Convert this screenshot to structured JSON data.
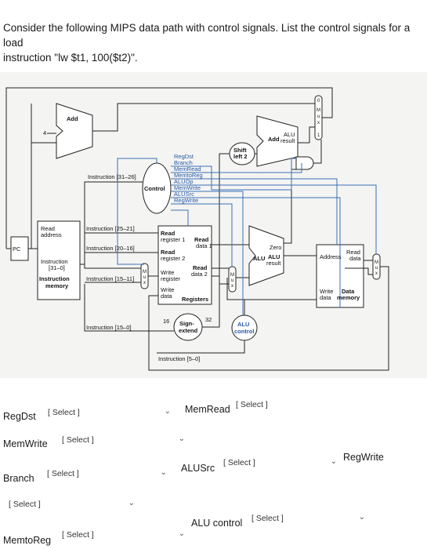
{
  "question": {
    "line1": "Consider the following MIPS data path with control signals. List the control signals for a load",
    "line2": "instruction \"lw  $t1, 100($t2)\"."
  },
  "diagram": {
    "pc": "PC",
    "add_top": "Add",
    "const4": "4",
    "read_address": [
      "Read",
      "address"
    ],
    "instruction_31_0": [
      "Instruction",
      "[31–0]"
    ],
    "instruction_memory": [
      "Instruction",
      "memory"
    ],
    "instr_31_26": "Instruction [31–26]",
    "instr_25_21": "Instruction [25–21]",
    "instr_20_16": "Instruction [20–16]",
    "instr_15_11": "Instruction [15–11]",
    "instr_15_0": "Instruction [15–0]",
    "instr_5_0": "Instruction [5–0]",
    "control": "Control",
    "signals": [
      "RegDst",
      "Branch",
      "MemRead",
      "MemtoReg",
      "ALUOp",
      "MemWrite",
      "ALUSrc",
      "RegWrite"
    ],
    "reg_read1": [
      "Read",
      "register 1"
    ],
    "reg_read2": [
      "Read",
      "register 2"
    ],
    "reg_write": [
      "Write",
      "register"
    ],
    "reg_wdata": [
      "Write",
      "data"
    ],
    "reg_data1": [
      "Read",
      "data 1"
    ],
    "reg_data2": [
      "Read",
      "data 2"
    ],
    "registers": "Registers",
    "sign_extend": [
      "Sign-",
      "extend"
    ],
    "sixteen": "16",
    "thirtytwo": "32",
    "shift_left": [
      "Shift",
      "left 2"
    ],
    "add_alu": [
      "Add",
      "ALU",
      "result"
    ],
    "alu": "ALU",
    "alu_result": [
      "ALU",
      "result"
    ],
    "zero": "Zero",
    "alu_control": [
      "ALU",
      "control"
    ],
    "dmem_address": "Address",
    "dmem_read": [
      "Read",
      "data"
    ],
    "dmem_write": [
      "Write",
      "data"
    ],
    "dmem_label": [
      "Data",
      "memory"
    ],
    "mux": [
      "M",
      "u",
      "x"
    ],
    "mux0": "0",
    "mux1": "1"
  },
  "form": {
    "regdst": {
      "label": "RegDst",
      "value": "[ Select ]"
    },
    "memread": {
      "label": "MemRead",
      "value": "[ Select ]"
    },
    "memwrite": {
      "label": "MemWrite",
      "value": "[ Select ]"
    },
    "branch": {
      "label": "Branch",
      "value": "[ Select ]"
    },
    "alusrc": {
      "label": "ALUSrc",
      "value": "[ Select ]"
    },
    "regwrite": {
      "label": "RegWrite",
      "value": "[ Select ]"
    },
    "aluop": {
      "label": "",
      "value": "[ Select ]"
    },
    "memtoreg": {
      "label": "MemtoReg",
      "value": "[ Select ]"
    },
    "alucontrol": {
      "label": "ALU control",
      "value": "[ Select ]"
    },
    "chevron": "⌄"
  }
}
